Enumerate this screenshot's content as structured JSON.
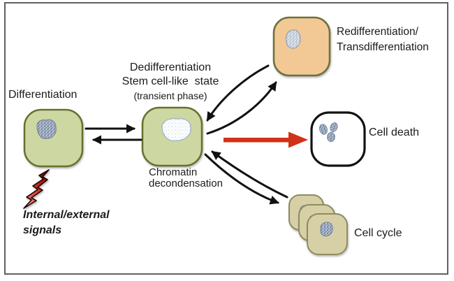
{
  "diagram": {
    "labels": {
      "differentiation": "Differentiation",
      "dedifferentiation": [
        "Dedifferentiation",
        "Stem cell-like  state",
        "(transient phase)"
      ],
      "chromatin": [
        "Chromatin",
        "decondensation"
      ],
      "redifferentiation": [
        "Redifferentiation/",
        "Transdifferentiation"
      ],
      "cell_death": "Cell death",
      "cell_cycle": "Cell cycle",
      "signals": [
        "Internal/external",
        "signals"
      ]
    },
    "nodes": [
      {
        "id": "differentiated-cell",
        "label": "Differentiation",
        "fill": "#cdd7a1",
        "nucleus": "condensed"
      },
      {
        "id": "stem-cell-like",
        "label": "Dedifferentiation Stem cell-like state (transient phase)",
        "caption": "Chromatin decondensation",
        "fill": "#cdd7a1",
        "nucleus": "decondensed"
      },
      {
        "id": "redifferentiation-cell",
        "label": "Redifferentiation/Transdifferentiation",
        "fill": "#f2c995",
        "nucleus": "condensed"
      },
      {
        "id": "cell-death",
        "label": "Cell death",
        "fill": "#ffffff",
        "nucleus": "fragmented"
      },
      {
        "id": "cell-cycle",
        "label": "Cell cycle",
        "fill": "#d7d0a6",
        "cell_count": 3
      }
    ],
    "edges": [
      {
        "from": "differentiated-cell",
        "to": "stem-cell-like",
        "style": "black-arrow"
      },
      {
        "from": "stem-cell-like",
        "to": "differentiated-cell",
        "style": "black-arrow"
      },
      {
        "from": "stem-cell-like",
        "to": "redifferentiation-cell",
        "style": "black-curved-arrow"
      },
      {
        "from": "redifferentiation-cell",
        "to": "stem-cell-like",
        "style": "black-curved-arrow"
      },
      {
        "from": "stem-cell-like",
        "to": "cell-death",
        "style": "red-arrow"
      },
      {
        "from": "stem-cell-like",
        "to": "cell-cycle",
        "style": "black-curved-arrow"
      },
      {
        "from": "cell-cycle",
        "to": "stem-cell-like",
        "style": "black-curved-arrow"
      },
      {
        "from": "signals",
        "to": "differentiated-cell",
        "style": "lightning-bolt"
      }
    ],
    "colors": {
      "green_cell_fill": "#cdd7a1",
      "green_cell_border": "#66702f",
      "orange_cell_fill": "#f2c995",
      "orange_cell_border": "#6e713a",
      "tan_cell_fill": "#d7d0a6",
      "tan_cell_border": "#8d8d5f",
      "death_cell_outline": "#121212",
      "nucleus_blue_gray": "#b3bfd3",
      "red_arrow": "#d23119",
      "black_arrow": "#111111",
      "frame_border": "#606060",
      "lightning_top": "#420b05",
      "lightning_bottom": "#f3beb2",
      "text": "#1b1b1b",
      "background": "#ffffff"
    }
  }
}
